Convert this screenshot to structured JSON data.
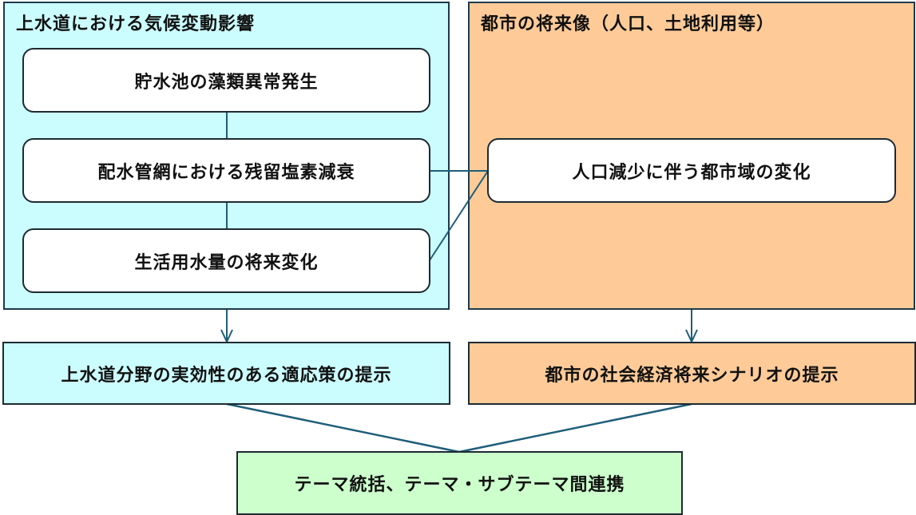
{
  "colors": {
    "water_fill": "#ccfdfe",
    "city_fill": "#fecb98",
    "integration_fill": "#ccffcc",
    "connector": "#1f5e7a",
    "border": "#1d2a33"
  },
  "water_panel": {
    "title": "上水道における気候変動影響",
    "items": [
      "貯水池の藻類異常発生",
      "配水管網における残留塩素減衰",
      "生活用水量の将来変化"
    ]
  },
  "city_panel": {
    "title": "都市の将来像（人口、土地利用等）",
    "items": [
      "人口減少に伴う都市域の変化"
    ]
  },
  "outputs": {
    "water": "上水道分野の実効性のある適応策の提示",
    "city": "都市の社会経済将来シナリオの提示"
  },
  "integration": "テーマ統括、テーマ・サブテーマ間連携"
}
